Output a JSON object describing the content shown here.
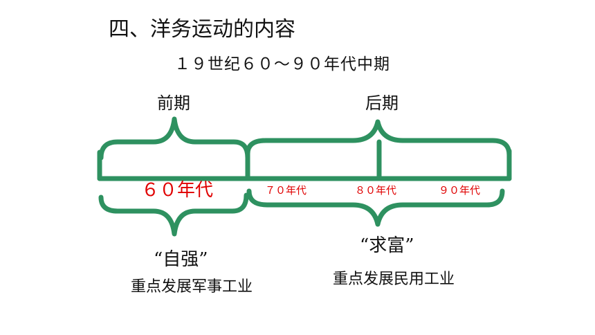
{
  "title": "四、洋务运动的内容",
  "subtitle": "１９世纪６０～９０年代中期",
  "phases": {
    "early": {
      "label": "前期",
      "slogan": "“自强”",
      "description": "重点发展军事工业"
    },
    "late": {
      "label": "后期",
      "slogan": "“求富”",
      "description": "重点发展民用工业"
    }
  },
  "decades": [
    "６０年代",
    "７０年代",
    "８０年代",
    "９０年代"
  ],
  "colors": {
    "timeline": "#2e9160",
    "decade_text": "#e00000"
  }
}
